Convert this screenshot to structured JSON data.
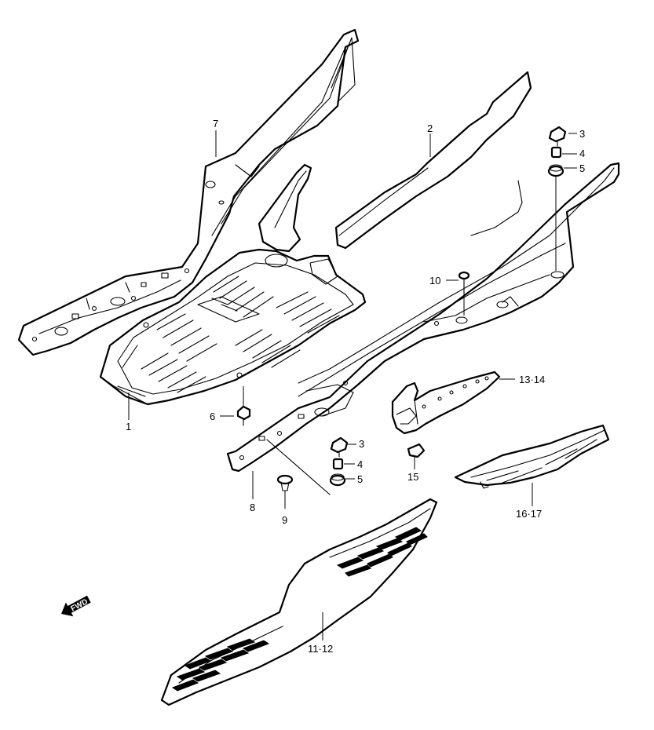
{
  "callouts": {
    "c1": "1",
    "c2": "2",
    "c3a": "3",
    "c4a": "4",
    "c5a": "5",
    "c3b": "3",
    "c4b": "4",
    "c5b": "5",
    "c6": "6",
    "c7": "7",
    "c8": "8",
    "c9": "9",
    "c10": "10",
    "c11_12": "11·12",
    "c13_14": "13·14",
    "c15": "15",
    "c16_17": "16·17"
  },
  "direction_badge": "FWD",
  "colors": {
    "line": "#000000",
    "background": "#ffffff"
  }
}
